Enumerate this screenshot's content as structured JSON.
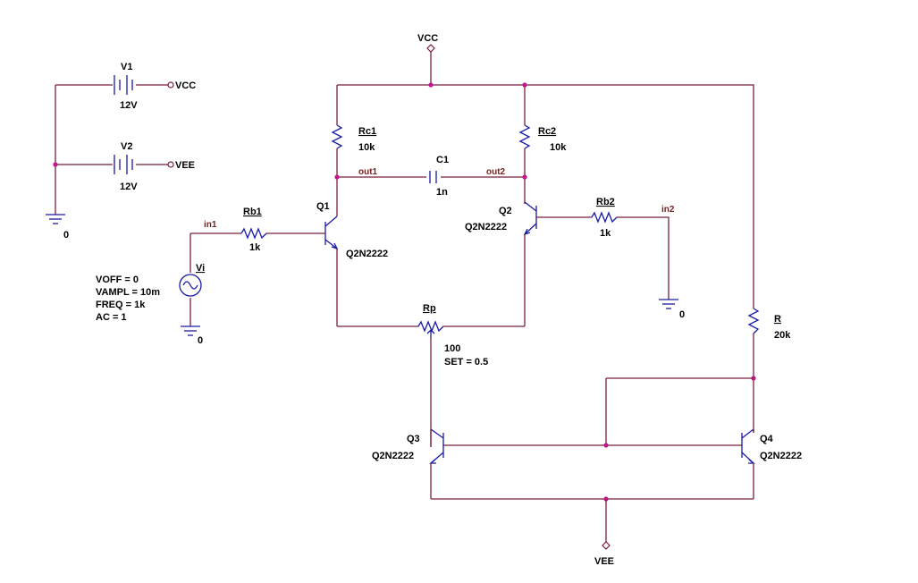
{
  "labels": {
    "vcc_top": "VCC",
    "vee_bottom": "VEE",
    "v1": {
      "ref": "V1",
      "value": "12V",
      "net": "VCC"
    },
    "v2": {
      "ref": "V2",
      "value": "12V",
      "net": "VEE"
    },
    "gnd_power": "0",
    "gnd_source": "0",
    "gnd_rb2": "0",
    "rc1": {
      "ref": "Rc1",
      "value": "10k"
    },
    "rc2": {
      "ref": "Rc2",
      "value": "10k"
    },
    "c1": {
      "ref": "C1",
      "value": "1n"
    },
    "out1": "out1",
    "out2": "out2",
    "q1": {
      "ref": "Q1",
      "model": "Q2N2222"
    },
    "q2": {
      "ref": "Q2",
      "model": "Q2N2222"
    },
    "q3": {
      "ref": "Q3",
      "model": "Q2N2222"
    },
    "q4": {
      "ref": "Q4",
      "model": "Q2N2222"
    },
    "rb1": {
      "ref": "Rb1",
      "value": "1k"
    },
    "rb2": {
      "ref": "Rb2",
      "value": "1k"
    },
    "in1": "in1",
    "in2": "in2",
    "vi": {
      "ref": "Vi",
      "params": [
        "VOFF = 0",
        "VAMPL = 10m",
        "FREQ = 1k",
        "AC = 1"
      ]
    },
    "rp": {
      "ref": "Rp",
      "value": "100",
      "set": "SET = 0.5"
    },
    "r": {
      "ref": "R",
      "value": "20k"
    }
  },
  "colors": {
    "wire": "#7a1f3d",
    "component": "#1a1aa6",
    "junction": "#c0188c",
    "net_label": "#7a1f1f"
  }
}
